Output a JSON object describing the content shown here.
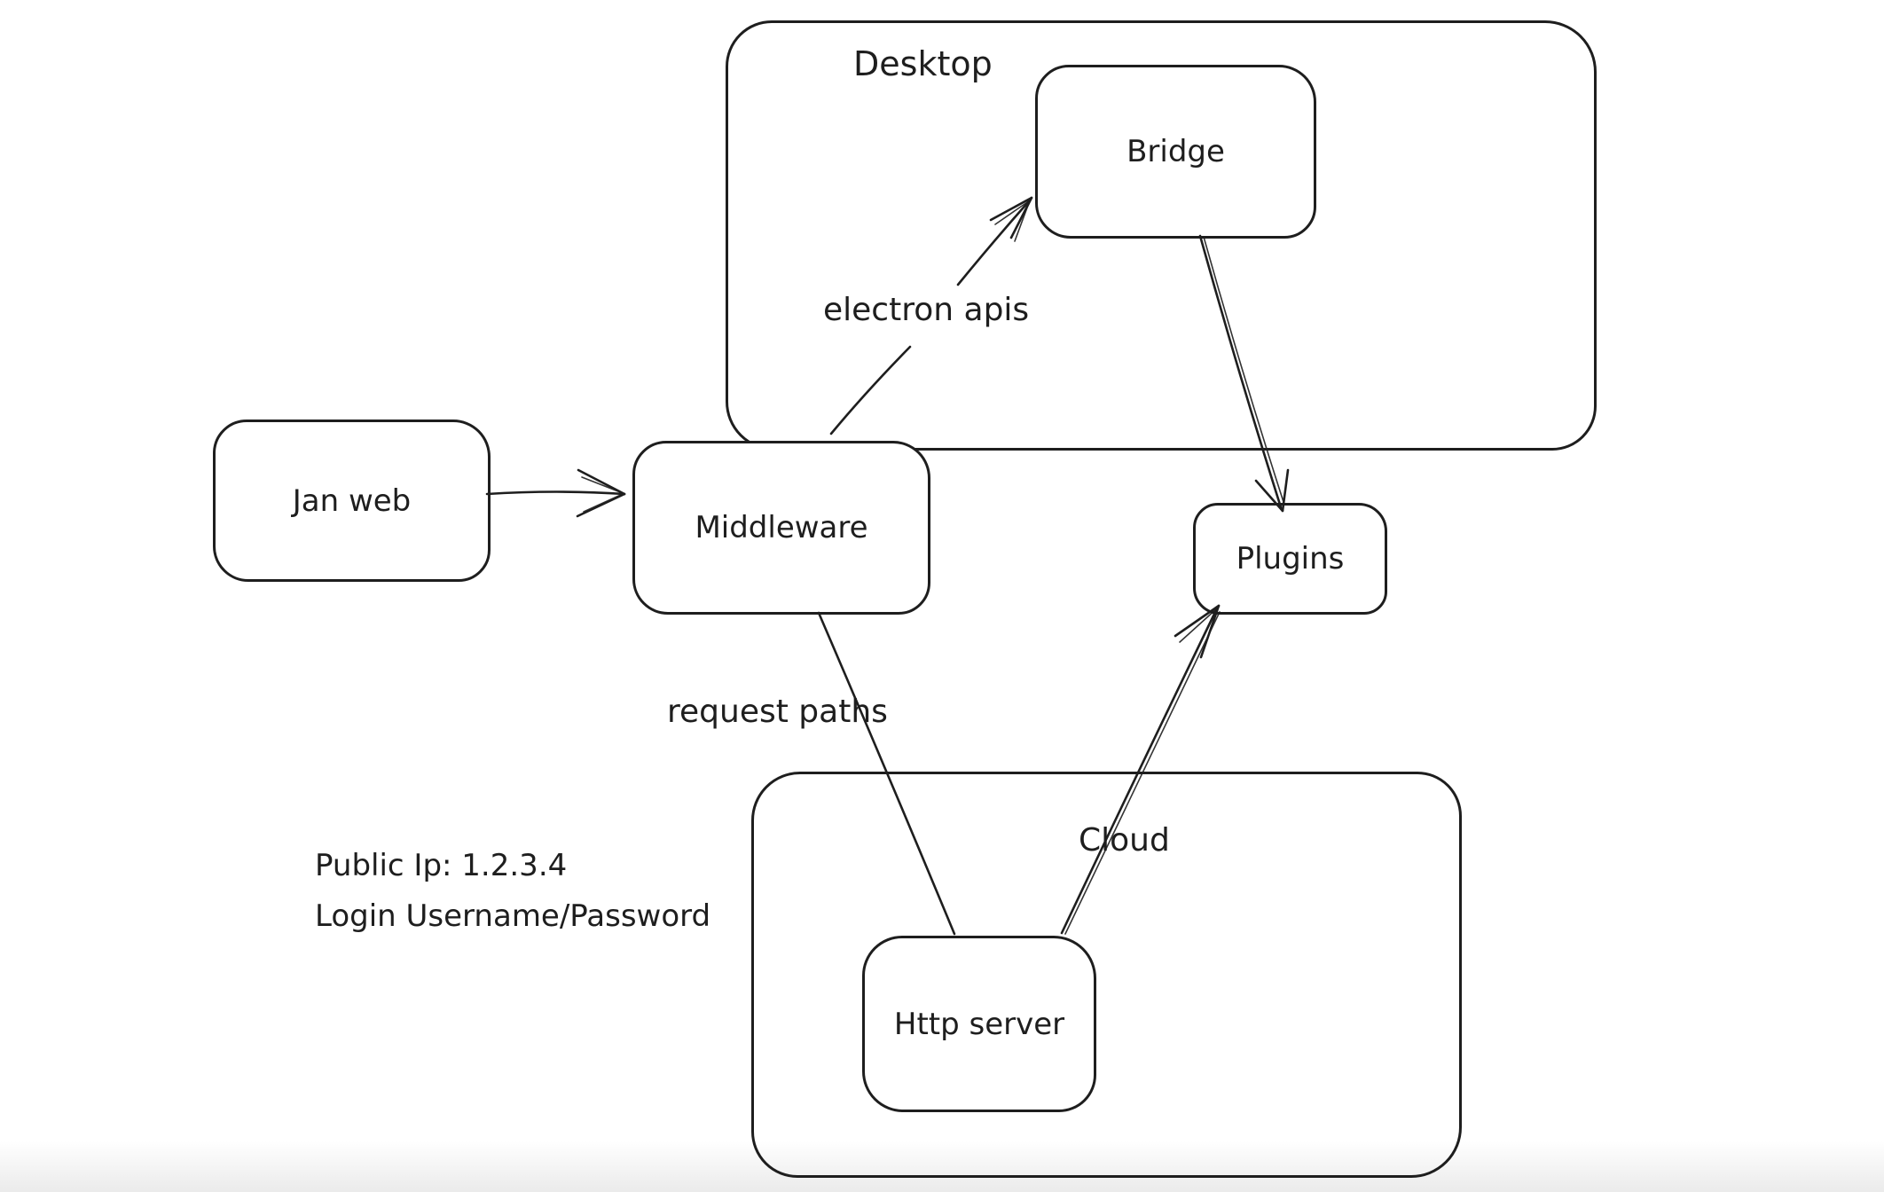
{
  "diagram": {
    "colors": {
      "stroke": "#1e1e1e",
      "background": "#ffffff"
    },
    "containers": [
      {
        "id": "desktop",
        "label": "Desktop"
      },
      {
        "id": "cloud",
        "label": "Cloud"
      }
    ],
    "nodes": [
      {
        "id": "jan-web",
        "label": "Jan web"
      },
      {
        "id": "middleware",
        "label": "Middleware"
      },
      {
        "id": "bridge",
        "label": "Bridge"
      },
      {
        "id": "plugins",
        "label": "Plugins"
      },
      {
        "id": "http-server",
        "label": "Http server"
      }
    ],
    "edges": [
      {
        "from": "Jan web",
        "to": "Middleware",
        "label": ""
      },
      {
        "from": "Middleware",
        "to": "Bridge",
        "label": "electron apis"
      },
      {
        "from": "Bridge",
        "to": "Plugins",
        "label": ""
      },
      {
        "from": "Middleware",
        "to": "Http server",
        "label": "request paths"
      },
      {
        "from": "Http server",
        "to": "Plugins",
        "label": ""
      }
    ],
    "notes": [
      "Public Ip: 1.2.3.4",
      "Login Username/Password"
    ]
  }
}
